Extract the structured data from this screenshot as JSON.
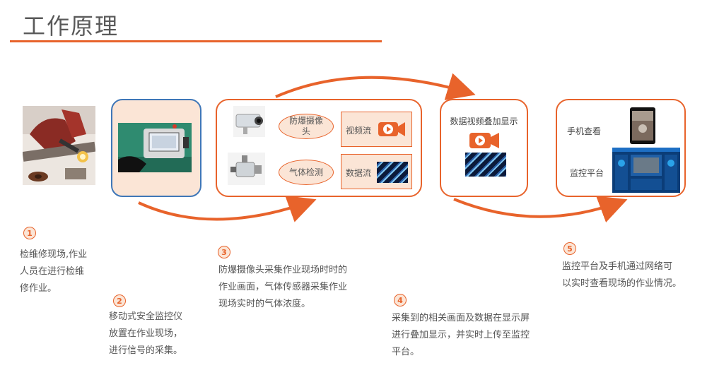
{
  "title": "工作原理",
  "colors": {
    "accent": "#e8632b",
    "panel": "#fbe5d6",
    "blue_border": "#3f77b8"
  },
  "stage3": {
    "camera_label": "防爆摄像头",
    "gas_label": "气体检测",
    "video_stream": "视频流",
    "data_stream": "数据流"
  },
  "stage4": {
    "label": "数据视频叠加显示"
  },
  "stage5": {
    "phone_label": "手机查看",
    "platform_label": "监控平台"
  },
  "steps": [
    {
      "num": "1",
      "text": [
        "检维修现场,作业",
        "人员在进行检维",
        "修作业。"
      ]
    },
    {
      "num": "2",
      "text": [
        "移动式安全监控仪",
        "放置在作业现场，",
        "进行信号的采集。"
      ]
    },
    {
      "num": "3",
      "text": [
        "防爆摄像头采集作业现场时时的",
        "作业画面，气体传感器采集作业",
        "现场实时的气体浓度。"
      ]
    },
    {
      "num": "4",
      "text": [
        "采集到的相关画面及数据在显示屏",
        "进行叠加显示，并实时上传至监控",
        "平台。"
      ]
    },
    {
      "num": "5",
      "text": [
        "监控平台及手机通过网络可",
        "以实时查看现场的作业情况。"
      ]
    }
  ]
}
